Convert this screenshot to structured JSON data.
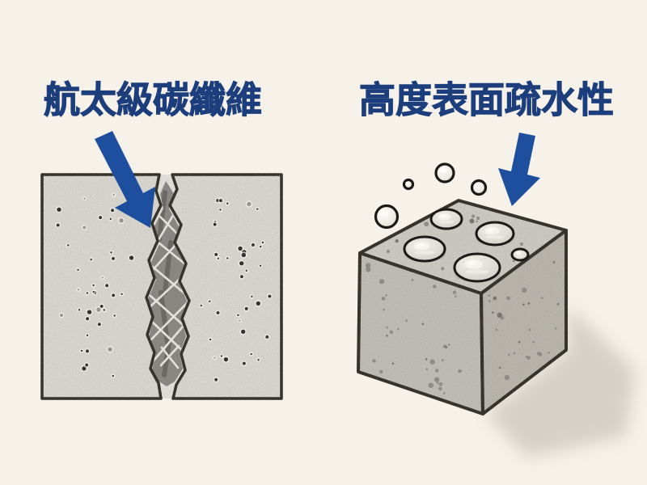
{
  "background_color": "#f6f2e9",
  "colors": {
    "label_text": "#1d3e7c",
    "arrow": "#1e4f9e",
    "outline": "#1b1a17",
    "block_fill": "#e6e3dd",
    "gap_fill": "#f1efe9",
    "crack_fill": "#8f8e8a",
    "crack_streak": "#66655f",
    "fiber": "#f6f5f0",
    "cube_top": "#d8d5ce",
    "cube_left": "#cbc8c1",
    "cube_right": "#c2bfb7",
    "shadow": "#cdc9c0"
  },
  "panels": [
    {
      "id": "carbon-fiber",
      "label": "航太級碳纖維",
      "arrow_icon": "down-right-arrow-icon"
    },
    {
      "id": "hydrophobic-surface",
      "label": "高度表面疏水性",
      "arrow_icon": "down-left-arrow-icon"
    }
  ]
}
